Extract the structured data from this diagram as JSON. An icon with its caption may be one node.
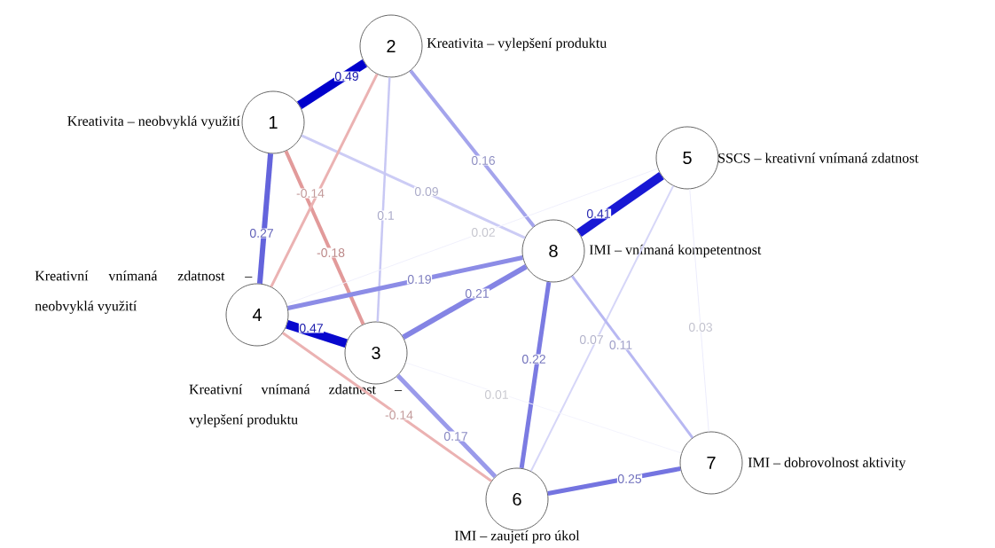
{
  "diagram": {
    "nodes": [
      {
        "text": [
          "1"
        ],
        "beside": [
          "Kreativita – neobvyklá využití"
        ]
      },
      {
        "text": [
          "2"
        ],
        "beside": [
          "Kreativita – vylepšení produktu"
        ]
      },
      {
        "text": [
          "3"
        ],
        "beside": [
          "Kreativní vnímaná zdatnost – vylepšení produktu"
        ]
      },
      {
        "text": [
          "4"
        ],
        "beside": [
          "Kreativní vnímaná zdatnost – neobvyklá využití"
        ]
      },
      {
        "text": [
          "5"
        ],
        "beside": [
          "SSCS – kreativní vnímaná zdatnost"
        ]
      },
      {
        "text": [
          "6"
        ],
        "beside": [
          "IMI – zaujetí pro úkol"
        ]
      },
      {
        "text": [
          "7"
        ],
        "beside": [
          "IMI – dobrovolnost aktivity"
        ]
      },
      {
        "text": [
          "8"
        ],
        "beside": [
          "IMI – vnímaná kompetentnost"
        ]
      }
    ],
    "edges": [
      {
        "from": 0,
        "to": 1,
        "arrow": "none",
        "label": "0.49",
        "color": "#0000cc",
        "style": "thick"
      },
      {
        "from": 0,
        "to": 3,
        "arrow": "none",
        "label": "0.27",
        "color": "#6464dc"
      },
      {
        "from": 0,
        "to": 2,
        "arrow": "none",
        "label": "-0.18",
        "color": "#e29a9a"
      },
      {
        "from": 0,
        "to": 7,
        "arrow": "none",
        "label": "0.09",
        "color": "#ccccf5"
      },
      {
        "from": 1,
        "to": 3,
        "arrow": "none",
        "label": "-0.14",
        "color": "#ebb2b2"
      },
      {
        "from": 1,
        "to": 2,
        "arrow": "none",
        "label": "0.1",
        "color": "#c8c8f4"
      },
      {
        "from": 1,
        "to": 7,
        "arrow": "none",
        "label": "0.16",
        "color": "#a4a4ec"
      },
      {
        "from": 2,
        "to": 3,
        "arrow": "none",
        "label": "0.47",
        "color": "#0808ce",
        "style": "thick"
      },
      {
        "from": 2,
        "to": 7,
        "arrow": "none",
        "label": "0.21",
        "color": "#8484e4"
      },
      {
        "from": 3,
        "to": 7,
        "arrow": "none",
        "label": "0.19",
        "color": "#8c8ce6"
      },
      {
        "from": 3,
        "to": 4,
        "arrow": "none",
        "label": "0.02",
        "color": "#f0f0fc"
      },
      {
        "from": 4,
        "to": 7,
        "arrow": "none",
        "label": "0.41",
        "color": "#1818d4",
        "style": "thick"
      },
      {
        "from": 2,
        "to": 5,
        "arrow": "none",
        "label": "0.17",
        "color": "#9a9aea"
      },
      {
        "from": 3,
        "to": 5,
        "arrow": "none",
        "label": "-0.14",
        "color": "#ebb2b2"
      },
      {
        "from": 7,
        "to": 5,
        "arrow": "none",
        "label": "0.22",
        "color": "#7b7be2"
      },
      {
        "from": 4,
        "to": 5,
        "arrow": "none",
        "label": "0.07",
        "color": "#d6d6f8"
      },
      {
        "from": 7,
        "to": 6,
        "arrow": "none",
        "label": "0.11",
        "color": "#b8b8f2"
      },
      {
        "from": 4,
        "to": 6,
        "arrow": "none",
        "label": "0.03",
        "color": "#ececfc"
      },
      {
        "from": 2,
        "to": 6,
        "arrow": "none",
        "label": "0.01",
        "color": "#f4f4fd"
      },
      {
        "from": 5,
        "to": 6,
        "arrow": "none",
        "label": "0.25",
        "color": "#7474e0"
      }
    ]
  }
}
